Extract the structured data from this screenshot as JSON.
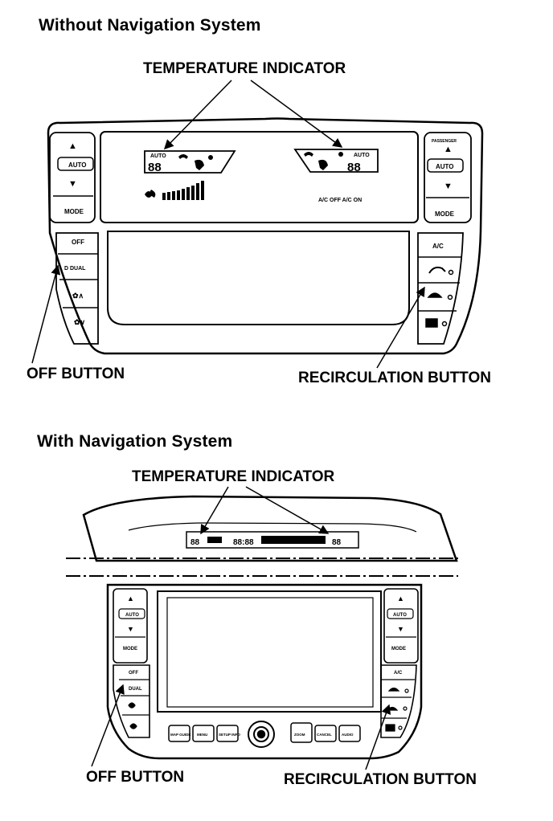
{
  "section_without_nav": {
    "title": "Without Navigation System",
    "temperature_indicator_label": "TEMPERATURE INDICATOR",
    "off_button_label": "OFF BUTTON",
    "recirculation_button_label": "RECIRCULATION BUTTON",
    "left_controls": {
      "up": "▲",
      "auto": "AUTO",
      "down": "▼",
      "mode": "MODE",
      "off": "OFF",
      "dual": "D DUAL",
      "fan_up": "✿∧",
      "fan_down": "✿∨"
    },
    "right_controls": {
      "passenger": "PASSENGER",
      "up": "▲",
      "auto": "AUTO",
      "down": "▼",
      "mode": "MODE",
      "ac": "A/C"
    },
    "display": {
      "auto_left": "AUTO",
      "auto_right": "AUTO",
      "temp_left": "88",
      "temp_right": "88",
      "ac_status": "A/C OFF A/C ON"
    }
  },
  "section_with_nav": {
    "title": "With Navigation System",
    "temperature_indicator_label": "TEMPERATURE INDICATOR",
    "off_button_label": "OFF BUTTON",
    "recirculation_button_label": "RECIRCULATION BUTTON",
    "left_controls": {
      "up": "▲",
      "auto": "AUTO",
      "down": "▼",
      "mode": "MODE",
      "off": "OFF",
      "dual": "DUAL"
    },
    "right_controls": {
      "up": "▲",
      "auto": "AUTO",
      "down": "▼",
      "mode": "MODE",
      "ac": "A/C"
    },
    "bottom_buttons": {
      "b1": "MAP GUIDE",
      "b2": "MENU",
      "b3": "SETUP INFO",
      "b4": "ZOOM",
      "b5": "CANCEL",
      "b6": "AUDIO"
    },
    "top_display": {
      "temp_left": "88",
      "clock": "88:88",
      "temp_right": "88"
    }
  },
  "icons": [
    "fan-icon",
    "recirculation-icon",
    "fresh-air-icon",
    "defrost-icon",
    "rear-defrost-icon",
    "vent-icon"
  ]
}
